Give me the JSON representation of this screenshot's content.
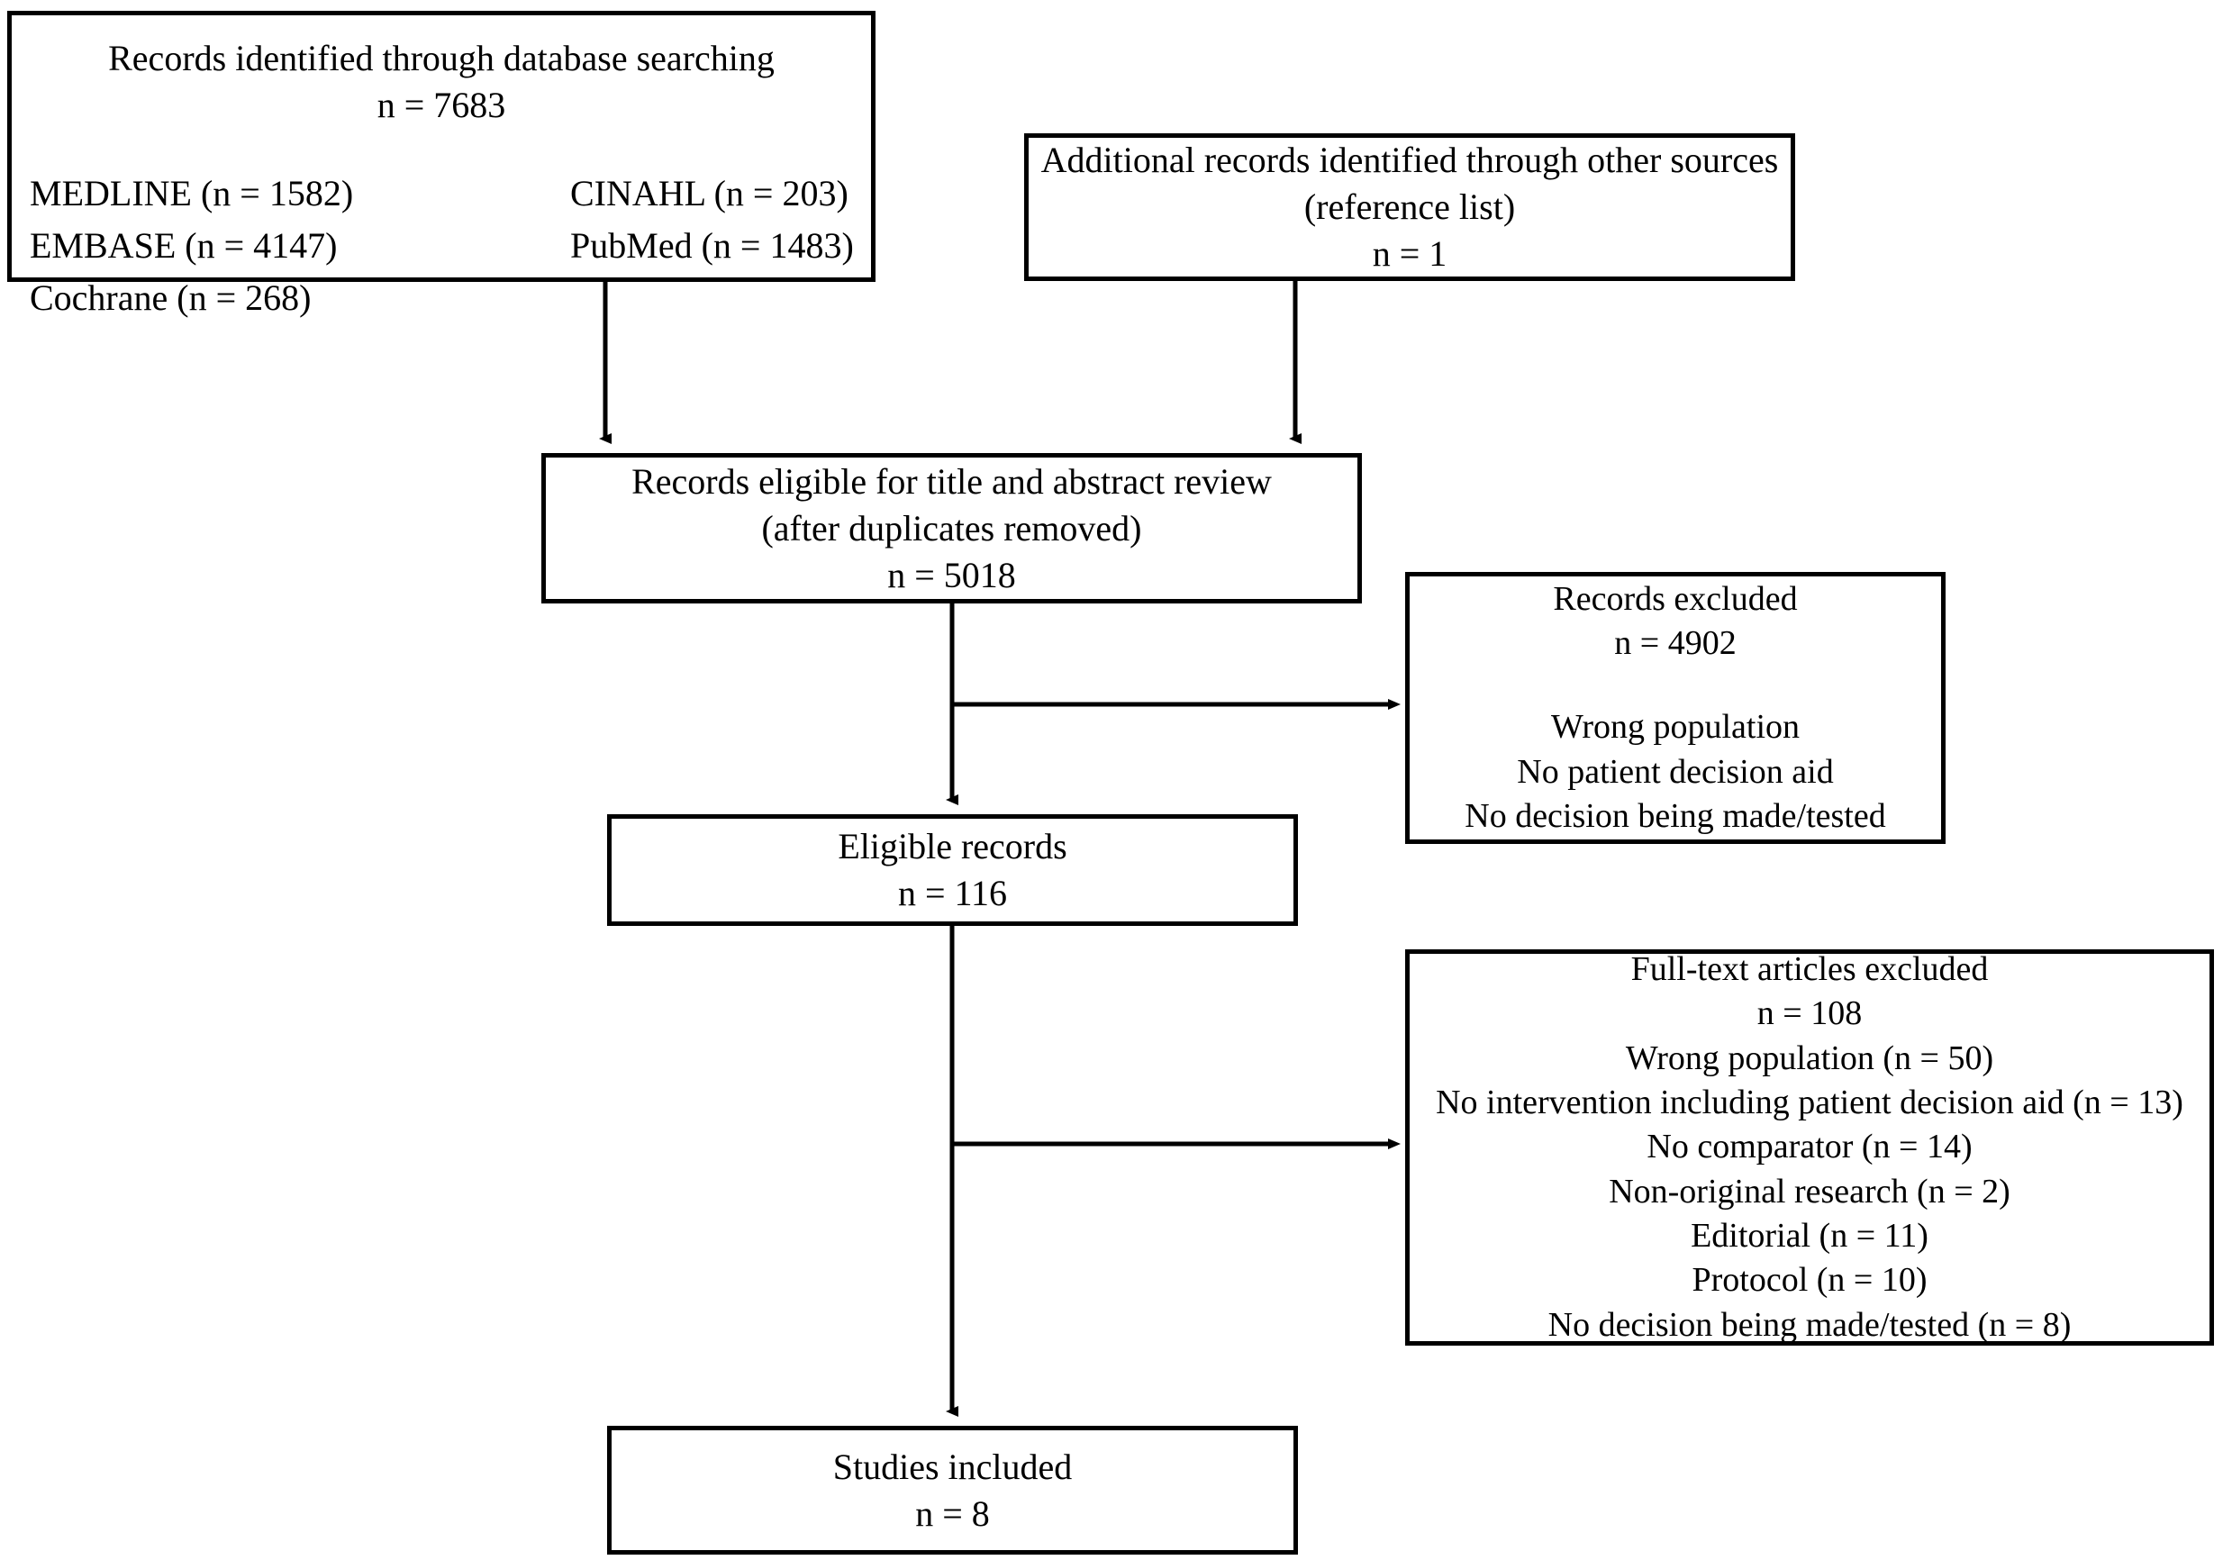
{
  "diagram": {
    "type": "prisma-flow-diagram",
    "stroke_color": "#000000",
    "background_color": "#ffffff"
  },
  "boxes": {
    "database_search": {
      "title": "Records identified through database searching",
      "count": "n = 7683",
      "sources_left": [
        "MEDLINE (n = 1582)",
        "EMBASE (n = 4147)",
        "Cochrane (n = 268)"
      ],
      "sources_right": [
        "CINAHL (n = 203)",
        "PubMed (n = 1483)"
      ]
    },
    "additional_records": {
      "title": "Additional records identified through other sources",
      "subtitle": "(reference list)",
      "count": "n = 1"
    },
    "title_abstract_review": {
      "title": "Records eligible for title and abstract review",
      "subtitle": "(after duplicates removed)",
      "count": "n = 5018"
    },
    "records_excluded": {
      "title": "Records excluded",
      "count": "n = 4902",
      "reasons": [
        "Wrong population",
        "No patient decision aid",
        "No decision being made/tested"
      ]
    },
    "eligible_records": {
      "title": "Eligible records",
      "count": "n = 116"
    },
    "fulltext_excluded": {
      "title": "Full-text articles excluded",
      "count": "n = 108",
      "reasons": [
        "Wrong population (n = 50)",
        "No intervention including patient decision aid (n = 13)",
        "No comparator (n = 14)",
        "Non-original research (n = 2)",
        "Editorial (n = 11)",
        "Protocol (n = 10)",
        "No decision being made/tested (n = 8)"
      ]
    },
    "studies_included": {
      "title": "Studies included",
      "count": "n = 8"
    }
  }
}
